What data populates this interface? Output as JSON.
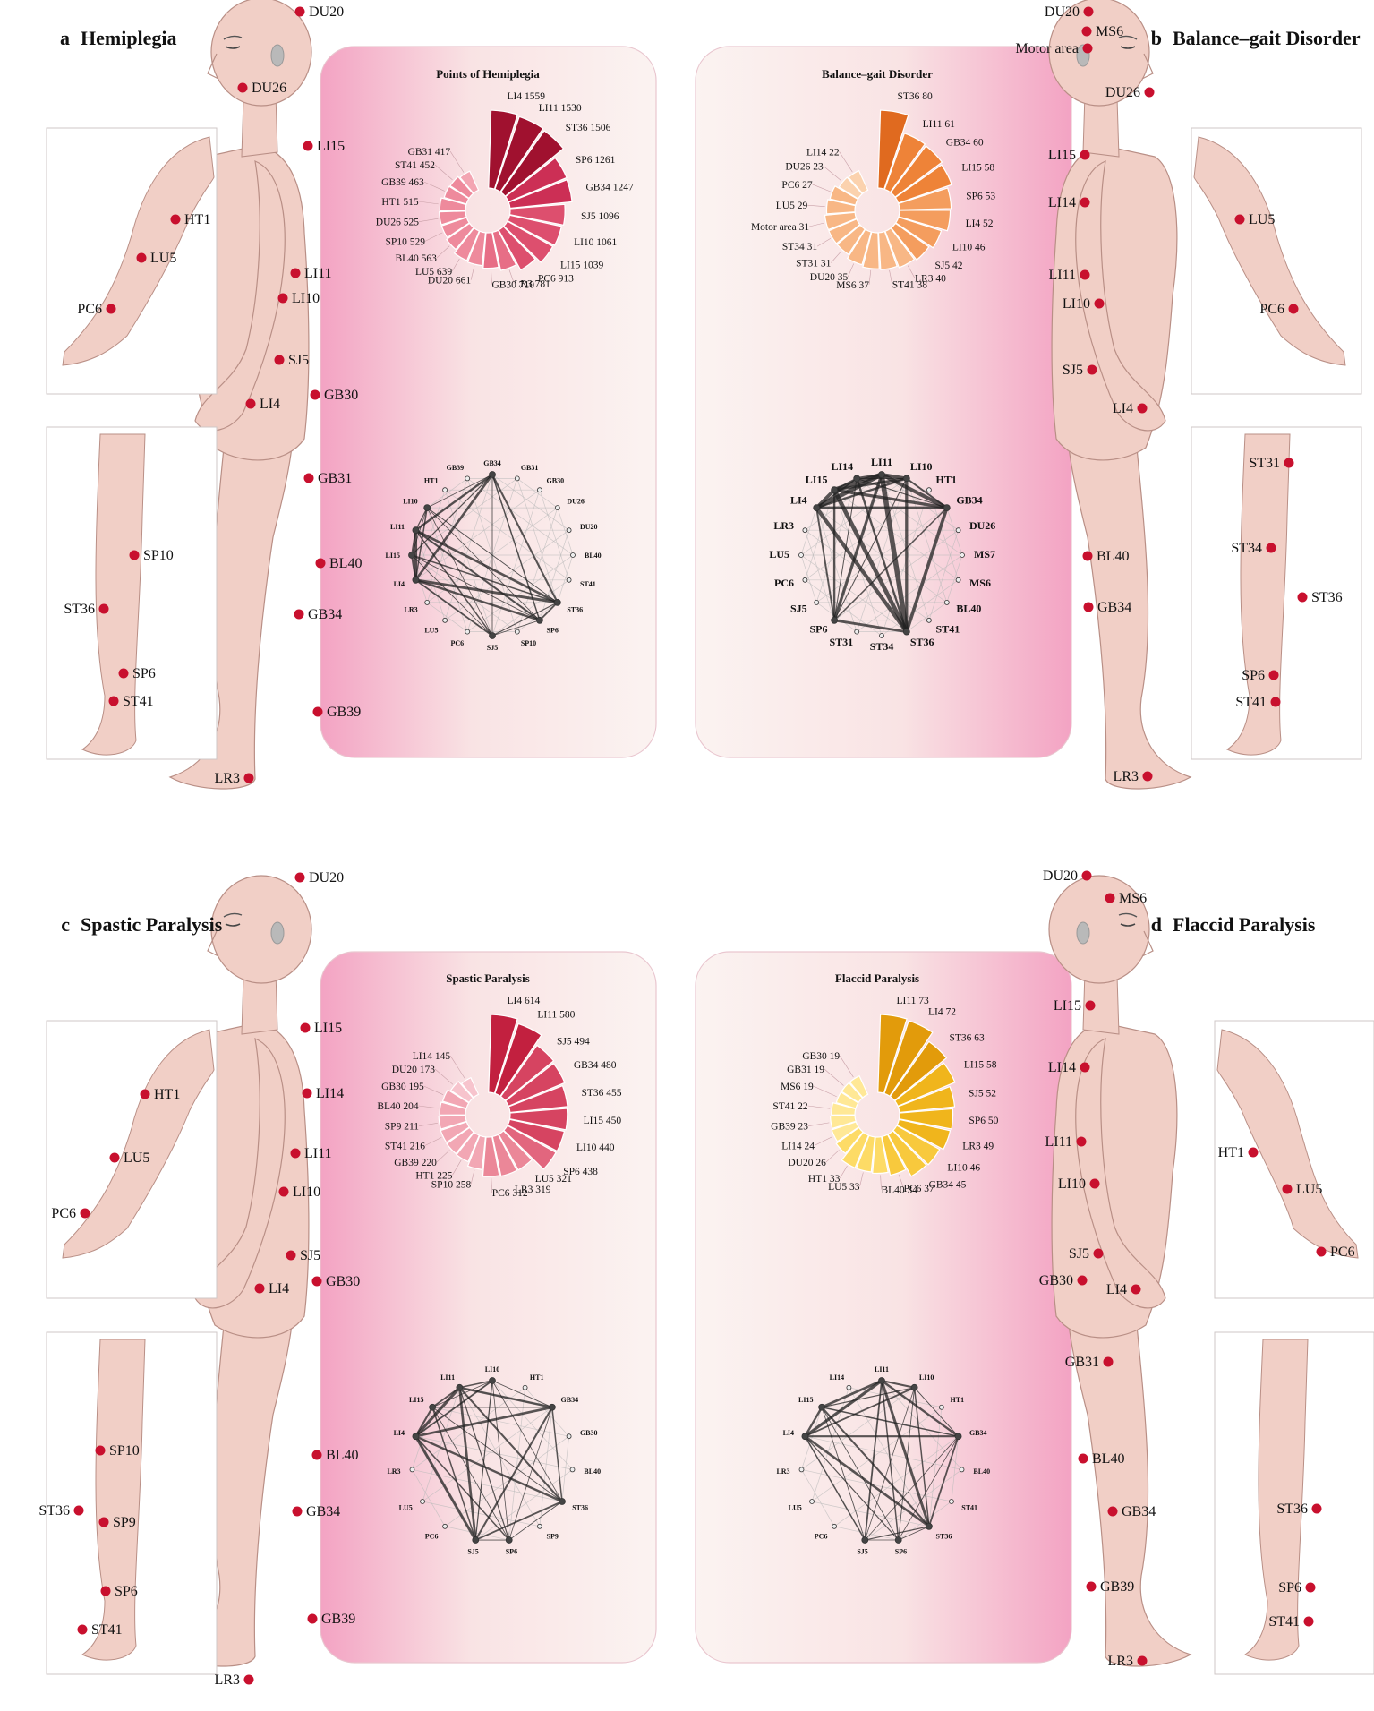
{
  "colors": {
    "acupoint": "#c8102e",
    "body_fill": "#f1cfc6",
    "body_stroke": "#b98f86",
    "card_pink": "#f3a3c3",
    "card_bg": "#fbf3f1",
    "node_dark": "#222222",
    "hemiplegia_palette": [
      "#f7c2ca",
      "#f3a5b2",
      "#ee8a9c",
      "#e76e86",
      "#dd4f6e",
      "#cc2f55",
      "#a0112f"
    ],
    "balance_palette": [
      "#fde7d5",
      "#fbd2ae",
      "#f8b785",
      "#f49d5e",
      "#ee8338",
      "#e06a1f"
    ],
    "spastic_palette": [
      "#fbdde2",
      "#f7c4cd",
      "#f2a7b4",
      "#eb8798",
      "#e2667e",
      "#d64461",
      "#c2203f"
    ],
    "flaccid_palette": [
      "#fff4c6",
      "#ffe896",
      "#fddb66",
      "#f8c93d",
      "#f0b51c",
      "#e29b0b"
    ]
  },
  "panels": [
    {
      "letter": "a",
      "title": "Hemiplegia",
      "body_points": [
        {
          "label": "DU20"
        },
        {
          "label": "DU26"
        },
        {
          "label": "LI15"
        },
        {
          "label": "LI11"
        },
        {
          "label": "LI10"
        },
        {
          "label": "SJ5"
        },
        {
          "label": "LI4"
        },
        {
          "label": "GB30"
        },
        {
          "label": "GB31"
        },
        {
          "label": "BL40"
        },
        {
          "label": "GB34"
        },
        {
          "label": "GB39"
        },
        {
          "label": "LR3"
        }
      ],
      "arm_points": [
        {
          "label": "HT1"
        },
        {
          "label": "LU5"
        },
        {
          "label": "PC6"
        }
      ],
      "leg_points": [
        {
          "label": "SP10"
        },
        {
          "label": "ST36"
        },
        {
          "label": "SP6"
        },
        {
          "label": "ST41"
        }
      ],
      "chart_data": {
        "type": "rose",
        "title": "Points of Hemiplegia",
        "items": [
          {
            "name": "LI4",
            "value": 1559
          },
          {
            "name": "LI11",
            "value": 1530
          },
          {
            "name": "ST36",
            "value": 1506
          },
          {
            "name": "SP6",
            "value": 1261
          },
          {
            "name": "GB34",
            "value": 1247
          },
          {
            "name": "SJ5",
            "value": 1096
          },
          {
            "name": "LI10",
            "value": 1061
          },
          {
            "name": "LI15",
            "value": 1039
          },
          {
            "name": "PC6",
            "value": 913
          },
          {
            "name": "LR3",
            "value": 781
          },
          {
            "name": "GB30",
            "value": 710
          },
          {
            "name": "DU20",
            "value": 661
          },
          {
            "name": "LU5",
            "value": 639
          },
          {
            "name": "BL40",
            "value": 563
          },
          {
            "name": "SP10",
            "value": 529
          },
          {
            "name": "DU26",
            "value": 525
          },
          {
            "name": "HT1",
            "value": 515
          },
          {
            "name": "GB39",
            "value": 463
          },
          {
            "name": "ST41",
            "value": 452
          },
          {
            "name": "GB31",
            "value": 417
          }
        ]
      },
      "network": {
        "nodes": [
          "GB34",
          "GB31",
          "GB30",
          "DU26",
          "DU20",
          "BL40",
          "ST41",
          "ST36",
          "SP6",
          "SP10",
          "SJ5",
          "PC6",
          "LU5",
          "LR3",
          "LI4",
          "LI15",
          "LI11",
          "LI10",
          "HT1",
          "GB39"
        ],
        "hubs": [
          "LI4",
          "LI11",
          "ST36",
          "GB34",
          "SP6",
          "LI15",
          "SJ5",
          "LI10"
        ]
      }
    },
    {
      "letter": "b",
      "title": "Balance–gait Disorder",
      "body_points": [
        {
          "label": "DU20"
        },
        {
          "label": "MS6"
        },
        {
          "label": "Motor area"
        },
        {
          "label": "DU26"
        },
        {
          "label": "LI15"
        },
        {
          "label": "LI14"
        },
        {
          "label": "LI11"
        },
        {
          "label": "LI10"
        },
        {
          "label": "SJ5"
        },
        {
          "label": "LI4"
        },
        {
          "label": "BL40"
        },
        {
          "label": "GB34"
        },
        {
          "label": "LR3"
        }
      ],
      "arm_points": [
        {
          "label": "LU5"
        },
        {
          "label": "PC6"
        }
      ],
      "leg_points": [
        {
          "label": "ST31"
        },
        {
          "label": "ST34"
        },
        {
          "label": "ST36"
        },
        {
          "label": "SP6"
        },
        {
          "label": "ST41"
        }
      ],
      "chart_data": {
        "type": "rose",
        "title": "Balance–gait Disorder",
        "items": [
          {
            "name": "ST36",
            "value": 80
          },
          {
            "name": "LI11",
            "value": 61
          },
          {
            "name": "GB34",
            "value": 60
          },
          {
            "name": "LI15",
            "value": 58
          },
          {
            "name": "SP6",
            "value": 53
          },
          {
            "name": "LI4",
            "value": 52
          },
          {
            "name": "LI10",
            "value": 46
          },
          {
            "name": "SJ5",
            "value": 42
          },
          {
            "name": "LR3",
            "value": 40
          },
          {
            "name": "ST41",
            "value": 38
          },
          {
            "name": "MS6",
            "value": 37
          },
          {
            "name": "DU20",
            "value": 35
          },
          {
            "name": "ST31",
            "value": 31
          },
          {
            "name": "ST34",
            "value": 31
          },
          {
            "name": "Motor area",
            "value": 31
          },
          {
            "name": "LU5",
            "value": 29
          },
          {
            "name": "PC6",
            "value": 27
          },
          {
            "name": "DU26",
            "value": 23
          },
          {
            "name": "LI14",
            "value": 22
          }
        ]
      },
      "network": {
        "nodes": [
          "LI11",
          "LI10",
          "HT1",
          "GB34",
          "DU26",
          "MS7",
          "MS6",
          "BL40",
          "ST41",
          "ST36",
          "ST34",
          "ST31",
          "SP6",
          "SJ5",
          "PC6",
          "LU5",
          "LR3",
          "LI4",
          "LI15",
          "LI14"
        ],
        "hubs": [
          "LI11",
          "ST36",
          "LI15",
          "LI4",
          "GB34",
          "LI10",
          "SP6",
          "LI14"
        ]
      }
    },
    {
      "letter": "c",
      "title": "Spastic Paralysis",
      "body_points": [
        {
          "label": "DU20"
        },
        {
          "label": "LI15"
        },
        {
          "label": "LI14"
        },
        {
          "label": "LI11"
        },
        {
          "label": "LI10"
        },
        {
          "label": "SJ5"
        },
        {
          "label": "LI4"
        },
        {
          "label": "GB30"
        },
        {
          "label": "BL40"
        },
        {
          "label": "GB34"
        },
        {
          "label": "GB39"
        },
        {
          "label": "LR3"
        }
      ],
      "arm_points": [
        {
          "label": "HT1"
        },
        {
          "label": "LU5"
        },
        {
          "label": "PC6"
        }
      ],
      "leg_points": [
        {
          "label": "SP10"
        },
        {
          "label": "ST36"
        },
        {
          "label": "SP9"
        },
        {
          "label": "SP6"
        },
        {
          "label": "ST41"
        }
      ],
      "chart_data": {
        "type": "rose",
        "title": "Spastic Paralysis",
        "items": [
          {
            "name": "LI4",
            "value": 614
          },
          {
            "name": "LI11",
            "value": 580
          },
          {
            "name": "SJ5",
            "value": 494
          },
          {
            "name": "GB34",
            "value": 480
          },
          {
            "name": "ST36",
            "value": 455
          },
          {
            "name": "LI15",
            "value": 450
          },
          {
            "name": "LI10",
            "value": 440
          },
          {
            "name": "SP6",
            "value": 438
          },
          {
            "name": "LU5",
            "value": 321
          },
          {
            "name": "LR3",
            "value": 319
          },
          {
            "name": "PC6",
            "value": 312
          },
          {
            "name": "SP10",
            "value": 258
          },
          {
            "name": "HT1",
            "value": 225
          },
          {
            "name": "GB39",
            "value": 220
          },
          {
            "name": "ST41",
            "value": 216
          },
          {
            "name": "SP9",
            "value": 211
          },
          {
            "name": "BL40",
            "value": 204
          },
          {
            "name": "GB30",
            "value": 195
          },
          {
            "name": "DU20",
            "value": 173
          },
          {
            "name": "LI14",
            "value": 145
          }
        ]
      },
      "network": {
        "nodes": [
          "LI10",
          "HT1",
          "GB34",
          "GB30",
          "BL40",
          "ST36",
          "SP9",
          "SP6",
          "SJ5",
          "PC6",
          "LU5",
          "LR3",
          "LI4",
          "LI15",
          "LI11"
        ],
        "hubs": [
          "LI4",
          "LI11",
          "SJ5",
          "GB34",
          "ST36",
          "LI15",
          "LI10",
          "SP6"
        ]
      }
    },
    {
      "letter": "d",
      "title": "Flaccid Paralysis",
      "body_points": [
        {
          "label": "DU20"
        },
        {
          "label": "MS6"
        },
        {
          "label": "LI15"
        },
        {
          "label": "LI14"
        },
        {
          "label": "LI11"
        },
        {
          "label": "LI10"
        },
        {
          "label": "SJ5"
        },
        {
          "label": "GB30"
        },
        {
          "label": "LI4"
        },
        {
          "label": "GB31"
        },
        {
          "label": "BL40"
        },
        {
          "label": "GB34"
        },
        {
          "label": "GB39"
        },
        {
          "label": "LR3"
        }
      ],
      "arm_points": [
        {
          "label": "HT1"
        },
        {
          "label": "LU5"
        },
        {
          "label": "PC6"
        }
      ],
      "leg_points": [
        {
          "label": "ST36"
        },
        {
          "label": "SP6"
        },
        {
          "label": "ST41"
        }
      ],
      "chart_data": {
        "type": "rose",
        "title": "Flaccid Paralysis",
        "items": [
          {
            "name": "LI11",
            "value": 73
          },
          {
            "name": "LI4",
            "value": 72
          },
          {
            "name": "ST36",
            "value": 63
          },
          {
            "name": "LI15",
            "value": 58
          },
          {
            "name": "SJ5",
            "value": 52
          },
          {
            "name": "SP6",
            "value": 50
          },
          {
            "name": "LR3",
            "value": 49
          },
          {
            "name": "LI10",
            "value": 46
          },
          {
            "name": "GB34",
            "value": 45
          },
          {
            "name": "PC6",
            "value": 37
          },
          {
            "name": "BL40",
            "value": 34
          },
          {
            "name": "LU5",
            "value": 33
          },
          {
            "name": "HT1",
            "value": 33
          },
          {
            "name": "DU20",
            "value": 26
          },
          {
            "name": "LI14",
            "value": 24
          },
          {
            "name": "GB39",
            "value": 23
          },
          {
            "name": "ST41",
            "value": 22
          },
          {
            "name": "MS6",
            "value": 19
          },
          {
            "name": "GB31",
            "value": 19
          },
          {
            "name": "GB30",
            "value": 19
          }
        ]
      },
      "network": {
        "nodes": [
          "LI11",
          "LI10",
          "HT1",
          "GB34",
          "BL40",
          "ST41",
          "ST36",
          "SP6",
          "SJ5",
          "PC6",
          "LU5",
          "LR3",
          "LI4",
          "LI15",
          "LI14"
        ],
        "hubs": [
          "LI11",
          "LI4",
          "ST36",
          "LI15",
          "GB34",
          "LI10",
          "SJ5",
          "SP6"
        ]
      }
    }
  ]
}
